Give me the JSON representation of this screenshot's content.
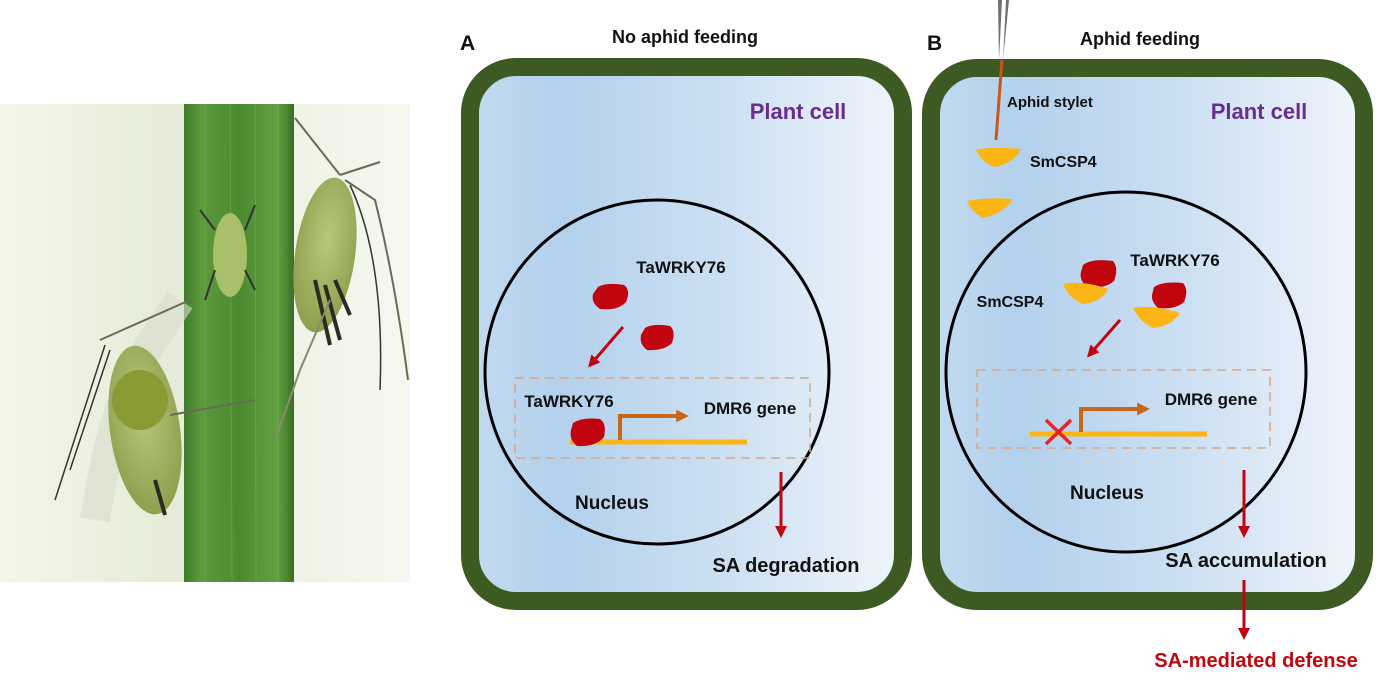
{
  "photo": {
    "subject": "aphids-on-wheat-stem"
  },
  "panel_a": {
    "letter": "A",
    "title": "No aphid feeding",
    "cell_label": "Plant cell",
    "free_protein_label": "TaWRKY76",
    "bound_protein_label": "TaWRKY76",
    "gene_label": "DMR6 gene",
    "nucleus_label": "Nucleus",
    "outcome_label": "SA degradation"
  },
  "panel_b": {
    "letter": "B",
    "title": "Aphid feeding",
    "stylet_label": "Aphid stylet",
    "cell_label": "Plant cell",
    "effector_label": "SmCSP4",
    "complex_effector_label": "SmCSP4",
    "complex_protein_label": "TaWRKY76",
    "gene_label": "DMR6 gene",
    "nucleus_label": "Nucleus",
    "outcome_label": "SA accumulation",
    "defense_label": "SA-mediated defense"
  },
  "colors": {
    "cell_wall": "#3d5a23",
    "cytoplasm_left": "#b8d3ec",
    "cytoplasm_right": "#eef4fb",
    "cell_label": "#6a2c91",
    "taWRKY76": "#c0050f",
    "smCSP4": "#fbb615",
    "gene_line": "#fbb615",
    "promoter_arrow": "#c8671a",
    "red_arrow": "#c0050f",
    "dashed_box": "#d7a88a",
    "stylet": "#c8571a",
    "stylet_mouthpart": "#707070",
    "defense_text": "#c0050f"
  }
}
